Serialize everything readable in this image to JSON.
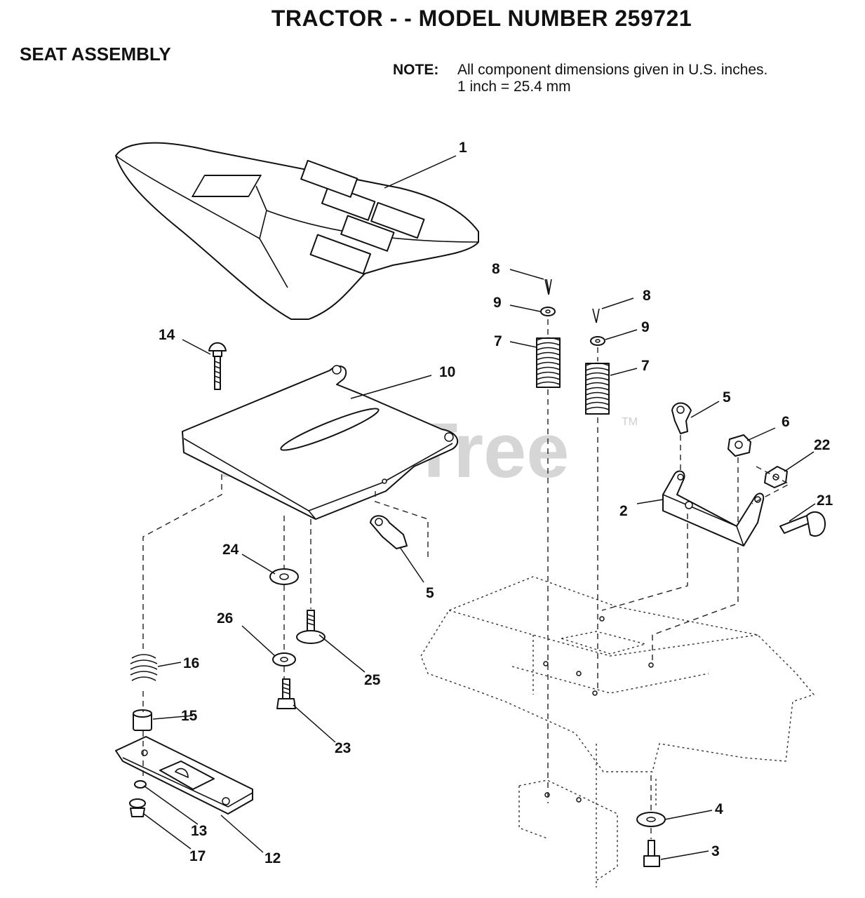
{
  "header": {
    "title": "TRACTOR - - MODEL NUMBER 259721",
    "section": "SEAT ASSEMBLY"
  },
  "note": {
    "label": "NOTE:",
    "line1": "All component dimensions given in U.S. inches.",
    "line2": "1 inch = 25.4 mm"
  },
  "watermark": {
    "text": "PartsTree",
    "tm": "TM"
  },
  "callouts": {
    "c1": "1",
    "c2": "2",
    "c3": "3",
    "c4": "4",
    "c5a": "5",
    "c5b": "5",
    "c6": "6",
    "c7a": "7",
    "c7b": "7",
    "c8a": "8",
    "c8b": "8",
    "c9a": "9",
    "c9b": "9",
    "c10": "10",
    "c12": "12",
    "c13": "13",
    "c14": "14",
    "c15": "15",
    "c16": "16",
    "c17": "17",
    "c21": "21",
    "c22": "22",
    "c23": "23",
    "c24": "24",
    "c25": "25",
    "c26": "26"
  }
}
